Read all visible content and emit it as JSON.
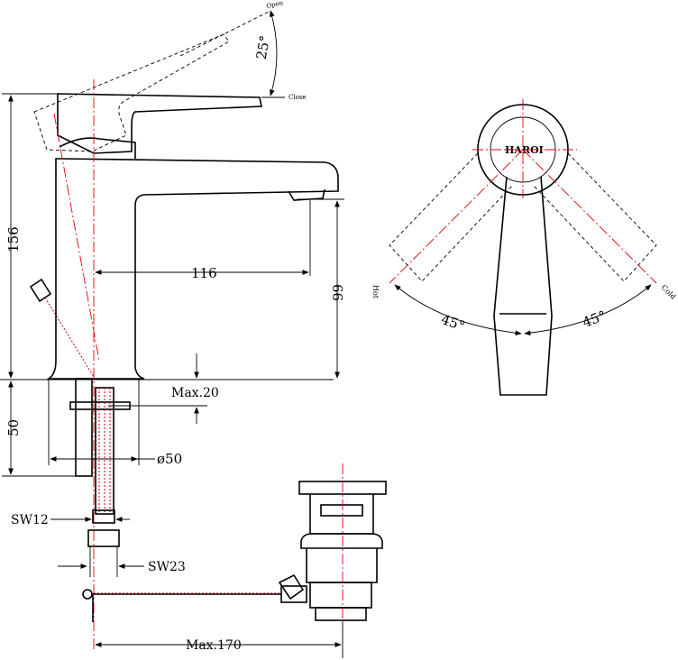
{
  "labels": {
    "open": "Open",
    "close": "Close",
    "angle_open": "25°",
    "height_total": "156",
    "spout_reach": "116",
    "spout_height": "99",
    "max_deck": "Max.20",
    "below_deck": "50",
    "hole_dia": "ø50",
    "sw12": "SW12",
    "sw23": "SW23",
    "max_rod": "Max.170",
    "hot": "Hot",
    "cold": "Cold",
    "angle_left": "45°",
    "angle_right": "45°"
  },
  "colors": {
    "line": "#000000",
    "centerline": "#e00000",
    "hose": "#c00000"
  }
}
